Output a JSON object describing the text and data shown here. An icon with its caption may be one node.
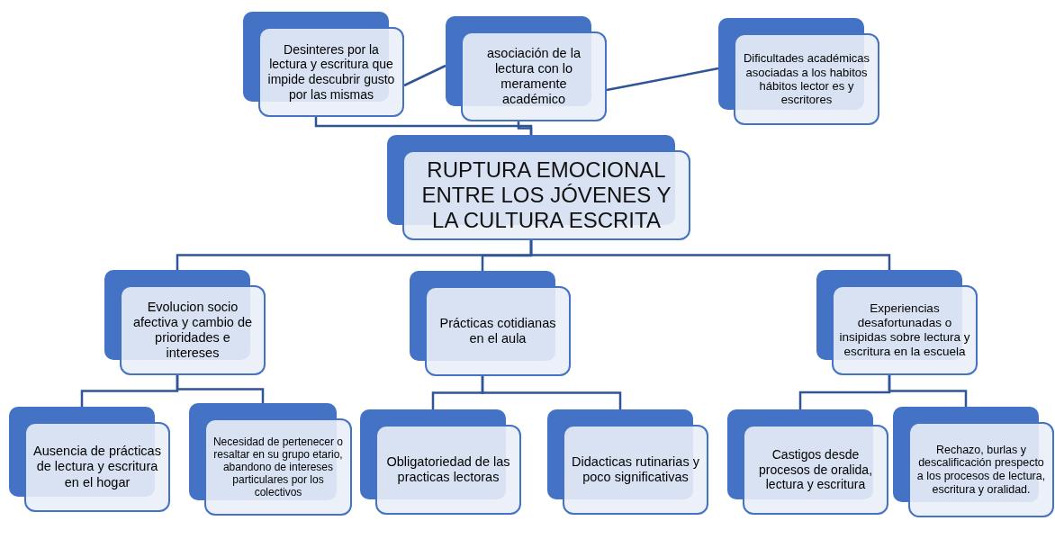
{
  "diagram": {
    "nodes": [
      {
        "text": [
          "Desinteres por la lectura y escritura que impide descubrir gusto por las mismas"
        ]
      },
      {
        "text": [
          "asociación de la lectura con lo meramente académico"
        ]
      },
      {
        "text": [
          "Dificultades académicas asociadas a los habitos hábitos lector es y escritores"
        ]
      },
      {
        "text": [
          "RUPTURA EMOCIONAL ENTRE LOS JÓVENES Y LA CULTURA ESCRITA"
        ]
      },
      {
        "text": [
          "Evolucion socio afectiva y cambio de prioridades e intereses"
        ]
      },
      {
        "text": [
          "Prácticas cotidianas en el aula"
        ]
      },
      {
        "text": [
          "Experiencias desafortunadas o insipidas sobre lectura y escritura en la escuela"
        ]
      },
      {
        "text": [
          "Ausencia de prácticas de lectura y escritura en el hogar"
        ]
      },
      {
        "text": [
          "Necesidad de pertenecer o resaltar en su grupo etario, abandono de intereses particulares por los colectivos"
        ]
      },
      {
        "text": [
          "Obligatoriedad de las practicas lectoras"
        ]
      },
      {
        "text": [
          "Didacticas rutinarias y poco significativas"
        ]
      },
      {
        "text": [
          "Castigos desde procesos de oralida, lectura y escritura"
        ]
      },
      {
        "text": [
          "Rechazo, burlas y descalificación prespecto a los procesos de lectura, escritura y oralidad."
        ]
      }
    ],
    "edges": [
      {
        "from": 0,
        "to": 1,
        "arrow": "none"
      },
      {
        "from": 1,
        "to": 2,
        "arrow": "none"
      },
      {
        "from": 1,
        "to": 3,
        "arrow": "none"
      },
      {
        "from": 0,
        "to": 3,
        "arrow": "none"
      },
      {
        "from": 3,
        "to": 4,
        "arrow": "none"
      },
      {
        "from": 3,
        "to": 5,
        "arrow": "none"
      },
      {
        "from": 3,
        "to": 6,
        "arrow": "none"
      },
      {
        "from": 4,
        "to": 7,
        "arrow": "none"
      },
      {
        "from": 4,
        "to": 8,
        "arrow": "none"
      },
      {
        "from": 5,
        "to": 9,
        "arrow": "none"
      },
      {
        "from": 5,
        "to": 10,
        "arrow": "none"
      },
      {
        "from": 6,
        "to": 11,
        "arrow": "none"
      },
      {
        "from": 6,
        "to": 12,
        "arrow": "none"
      }
    ]
  }
}
